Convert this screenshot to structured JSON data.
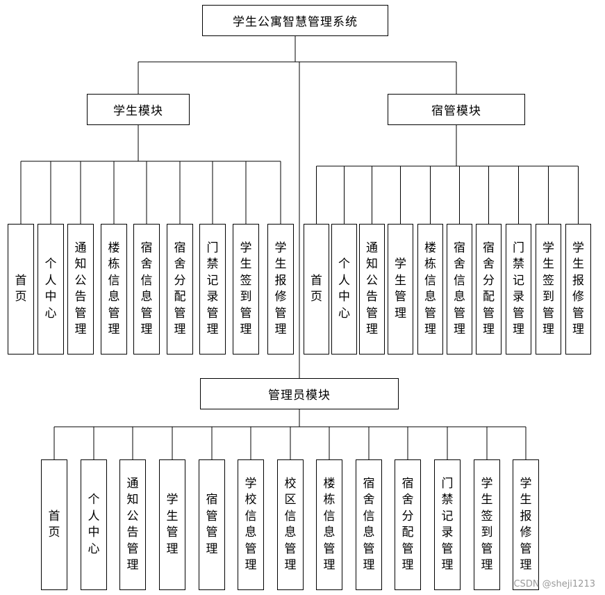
{
  "root": {
    "label": "学生公寓智慧管理系统"
  },
  "student_module": {
    "label": "学生模块",
    "items": [
      "首页",
      "个人中心",
      "通知公告管理",
      "楼栋信息管理",
      "宿舍信息管理",
      "宿舍分配管理",
      "门禁记录管理",
      "学生签到管理",
      "学生报修管理"
    ]
  },
  "dorm_module": {
    "label": "宿管模块",
    "items": [
      "首页",
      "个人中心",
      "通知公告管理",
      "学生管理",
      "楼栋信息管理",
      "宿舍信息管理",
      "宿舍分配管理",
      "门禁记录管理",
      "学生签到管理",
      "学生报修管理"
    ]
  },
  "admin_module": {
    "label": "管理员模块",
    "items": [
      "首页",
      "个人中心",
      "通知公告管理",
      "学生管理",
      "宿管管理",
      "学校信息管理",
      "校区信息管理",
      "楼栋信息管理",
      "宿舍信息管理",
      "宿舍分配管理",
      "门禁记录管理",
      "学生签到管理",
      "学生报修管理"
    ]
  },
  "watermark": "CSDN @sheji1213"
}
